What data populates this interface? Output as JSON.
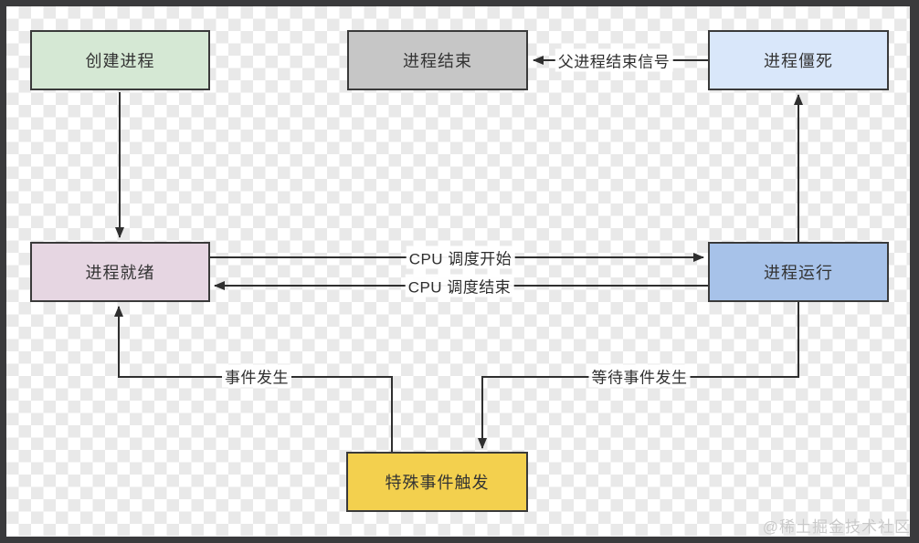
{
  "diagram": {
    "title_hint": "process-state-transition-diagram",
    "nodes": {
      "create": {
        "label": "创建进程",
        "fill": "#d5e8d4"
      },
      "terminated": {
        "label": "进程结束",
        "fill": "#c6c6c6"
      },
      "zombie": {
        "label": "进程僵死",
        "fill": "#d9e7fa"
      },
      "ready": {
        "label": "进程就绪",
        "fill": "#e6d6e2"
      },
      "running": {
        "label": "进程运行",
        "fill": "#a7c2e9"
      },
      "special_event": {
        "label": "特殊事件触发",
        "fill": "#f3d04e"
      }
    },
    "edge_labels": {
      "parent_exit_signal": "父进程结束信号",
      "cpu_schedule_start": "CPU 调度开始",
      "cpu_schedule_end": "CPU 调度结束",
      "wait_for_event": "等待事件发生",
      "event_occurred": "事件发生"
    },
    "edges": [
      {
        "from": "create",
        "to": "ready",
        "label": ""
      },
      {
        "from": "zombie",
        "to": "terminated",
        "label": "父进程结束信号"
      },
      {
        "from": "ready",
        "to": "running",
        "label": "CPU 调度开始"
      },
      {
        "from": "running",
        "to": "ready",
        "label": "CPU 调度结束"
      },
      {
        "from": "running",
        "to": "zombie",
        "label": ""
      },
      {
        "from": "running",
        "to": "special_event",
        "label": "等待事件发生"
      },
      {
        "from": "special_event",
        "to": "ready",
        "label": "事件发生"
      }
    ],
    "stroke_color": "#2f2f2f",
    "canvas_checker_colors": [
      "#ffffff",
      "#e9e9e9"
    ],
    "frame_color": "#3a3a3c"
  },
  "watermark": "@稀土掘金技术社区"
}
